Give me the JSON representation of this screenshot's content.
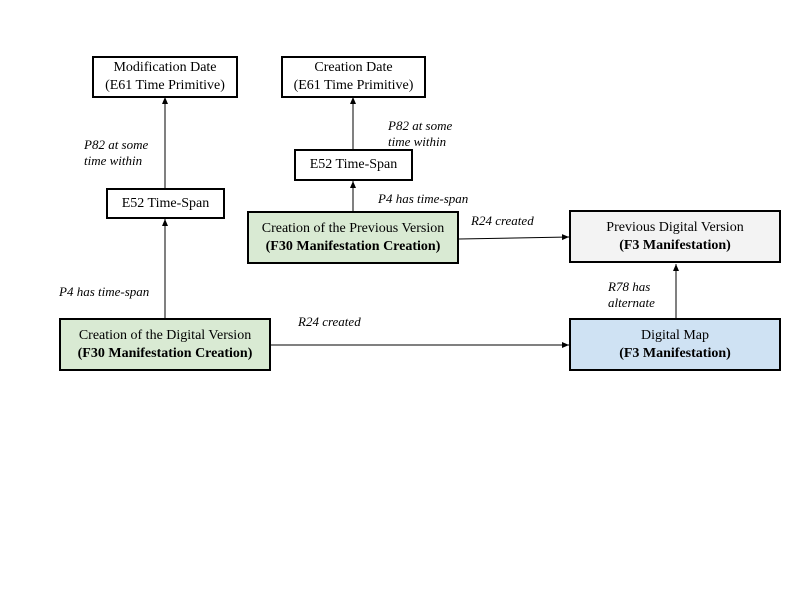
{
  "nodes": {
    "modification_date": {
      "line1": "Modification Date",
      "line2": "(E61 Time Primitive)"
    },
    "creation_date": {
      "line1": "Creation Date",
      "line2": "(E61 Time Primitive)"
    },
    "timespan_left": {
      "line1": "E52 Time-Span"
    },
    "timespan_right": {
      "line1": "E52 Time-Span"
    },
    "creation_previous": {
      "line1": "Creation of the Previous Version",
      "line2": "(F30 Manifestation Creation)"
    },
    "creation_digital": {
      "line1": "Creation of the Digital Version",
      "line2": "(F30 Manifestation Creation)"
    },
    "previous_digital": {
      "line1": "Previous Digital Version",
      "line2": "(F3 Manifestation)"
    },
    "digital_map": {
      "line1": "Digital Map",
      "line2": "(F3 Manifestation)"
    }
  },
  "edges": {
    "p82_left": {
      "line1": "P82 at some",
      "line2": "time within"
    },
    "p82_right": {
      "line1": "P82 at some",
      "line2": "time within"
    },
    "p4_left": {
      "line1": "P4 has time-span"
    },
    "p4_right": {
      "line1": "P4 has time-span"
    },
    "r24_top": {
      "line1": "R24 created"
    },
    "r24_bottom": {
      "line1": "R24 created"
    },
    "r78": {
      "line1": "R78 has",
      "line2": "alternate"
    }
  },
  "colors": {
    "creation_fill": "#d9ead3",
    "digital_map_fill": "#cfe2f3",
    "previous_fill": "#f3f3f3",
    "stroke": "#000000"
  }
}
